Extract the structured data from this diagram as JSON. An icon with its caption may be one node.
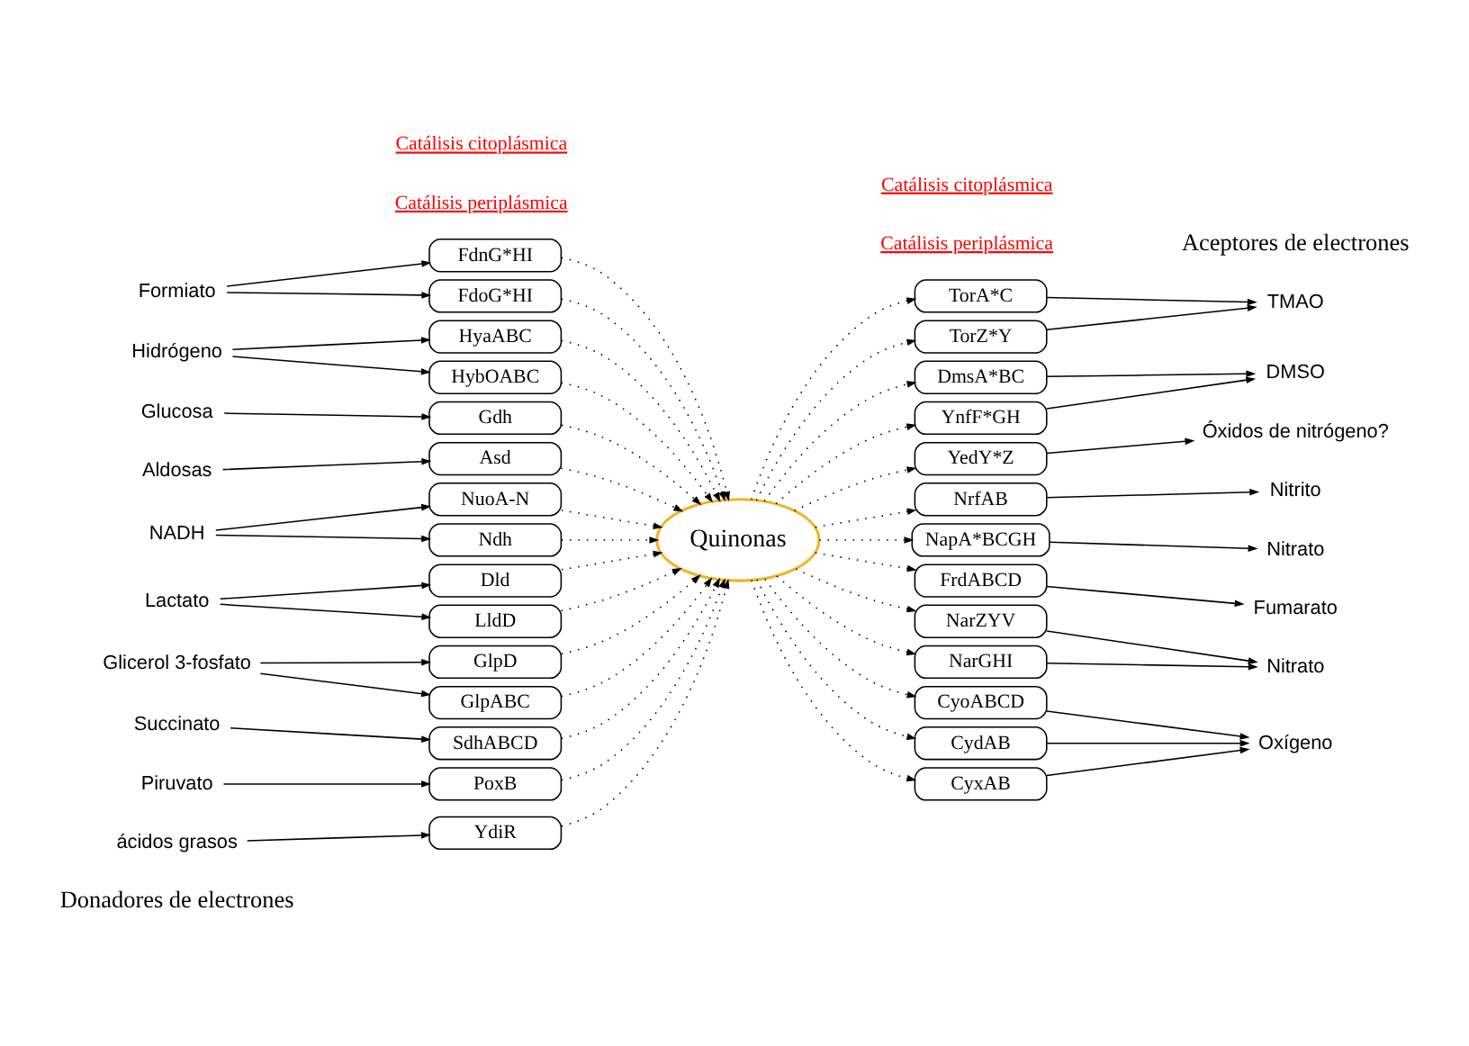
{
  "diagram": {
    "nodes": [
      {
        "text": [
          "Formiato"
        ]
      },
      {
        "text": [
          "FdnG*HI"
        ]
      },
      {
        "text": [
          "FdoG*HI"
        ]
      },
      {
        "text": [
          "Hidrógeno"
        ]
      },
      {
        "text": [
          "HyaABC"
        ]
      },
      {
        "text": [
          "HybOABC"
        ]
      },
      {
        "text": [
          "Glucosa"
        ]
      },
      {
        "text": [
          "Gdh"
        ]
      },
      {
        "text": [
          "Aldosas"
        ]
      },
      {
        "text": [
          "Asd"
        ]
      },
      {
        "text": [
          "NADH"
        ]
      },
      {
        "text": [
          "NuoA-N"
        ]
      },
      {
        "text": [
          "Ndh"
        ]
      },
      {
        "text": [
          "Lactato"
        ]
      },
      {
        "text": [
          "Dld"
        ]
      },
      {
        "text": [
          "LldD"
        ]
      },
      {
        "text": [
          "Glicerol 3-fosfato"
        ]
      },
      {
        "text": [
          "GlpD"
        ]
      },
      {
        "text": [
          "GlpABC"
        ]
      },
      {
        "text": [
          "Succinato"
        ]
      },
      {
        "text": [
          "SdhABCD"
        ]
      },
      {
        "text": [
          "Piruvato"
        ]
      },
      {
        "text": [
          "PoxB"
        ]
      },
      {
        "text": [
          "ácidos grasos"
        ]
      },
      {
        "text": [
          "YdiR"
        ]
      },
      {
        "text": [
          "Quinonas"
        ]
      },
      {
        "text": [
          "TorA*C"
        ]
      },
      {
        "text": [
          "TorZ*Y"
        ]
      },
      {
        "text": [
          "TMAO"
        ]
      },
      {
        "text": [
          "DmsA*BC"
        ]
      },
      {
        "text": [
          "YnfF*GH"
        ]
      },
      {
        "text": [
          "DMSO"
        ]
      },
      {
        "text": [
          "YedY*Z"
        ]
      },
      {
        "text": [
          "Óxidos de nitrógeno?"
        ]
      },
      {
        "text": [
          "NrfAB"
        ]
      },
      {
        "text": [
          "Nitrito"
        ]
      },
      {
        "text": [
          "NapA*BCGH"
        ]
      },
      {
        "text": [
          "Nitrato"
        ]
      },
      {
        "text": [
          "FrdABCD"
        ]
      },
      {
        "text": [
          "Fumarato"
        ]
      },
      {
        "text": [
          "NarZYV"
        ]
      },
      {
        "text": [
          "NarGHI"
        ]
      },
      {
        "text": [
          "Nitrato"
        ]
      },
      {
        "text": [
          "CyoABCD"
        ]
      },
      {
        "text": [
          "CydAB"
        ]
      },
      {
        "text": [
          "CyxAB"
        ]
      },
      {
        "text": [
          "Oxígeno"
        ]
      }
    ],
    "edges": [
      {
        "from": 0,
        "to": 1,
        "arrow": "to"
      },
      {
        "from": 0,
        "to": 2,
        "arrow": "to"
      },
      {
        "from": 3,
        "to": 4,
        "arrow": "to"
      },
      {
        "from": 3,
        "to": 5,
        "arrow": "to"
      },
      {
        "from": 6,
        "to": 7,
        "arrow": "to"
      },
      {
        "from": 8,
        "to": 9,
        "arrow": "to"
      },
      {
        "from": 10,
        "to": 11,
        "arrow": "to"
      },
      {
        "from": 10,
        "to": 12,
        "arrow": "to"
      },
      {
        "from": 13,
        "to": 14,
        "arrow": "to"
      },
      {
        "from": 13,
        "to": 15,
        "arrow": "to"
      },
      {
        "from": 16,
        "to": 17,
        "arrow": "to"
      },
      {
        "from": 16,
        "to": 18,
        "arrow": "to"
      },
      {
        "from": 19,
        "to": 20,
        "arrow": "to"
      },
      {
        "from": 21,
        "to": 22,
        "arrow": "to"
      },
      {
        "from": 23,
        "to": 24,
        "arrow": "to"
      },
      {
        "from": 1,
        "to": 25,
        "arrow": "to",
        "style": "dashed"
      },
      {
        "from": 2,
        "to": 25,
        "arrow": "to",
        "style": "dashed"
      },
      {
        "from": 4,
        "to": 25,
        "arrow": "to",
        "style": "dashed"
      },
      {
        "from": 5,
        "to": 25,
        "arrow": "to",
        "style": "dashed"
      },
      {
        "from": 7,
        "to": 25,
        "arrow": "to",
        "style": "dashed"
      },
      {
        "from": 9,
        "to": 25,
        "arrow": "to",
        "style": "dashed"
      },
      {
        "from": 11,
        "to": 25,
        "arrow": "to",
        "style": "dashed"
      },
      {
        "from": 12,
        "to": 25,
        "arrow": "to",
        "style": "dashed"
      },
      {
        "from": 14,
        "to": 25,
        "arrow": "to",
        "style": "dashed"
      },
      {
        "from": 15,
        "to": 25,
        "arrow": "to",
        "style": "dashed"
      },
      {
        "from": 17,
        "to": 25,
        "arrow": "to",
        "style": "dashed"
      },
      {
        "from": 18,
        "to": 25,
        "arrow": "to",
        "style": "dashed"
      },
      {
        "from": 20,
        "to": 25,
        "arrow": "to",
        "style": "dashed"
      },
      {
        "from": 22,
        "to": 25,
        "arrow": "to",
        "style": "dashed"
      },
      {
        "from": 24,
        "to": 25,
        "arrow": "to",
        "style": "dashed"
      },
      {
        "from": 25,
        "to": 26,
        "arrow": "to",
        "style": "dashed"
      },
      {
        "from": 25,
        "to": 27,
        "arrow": "to",
        "style": "dashed"
      },
      {
        "from": 25,
        "to": 29,
        "arrow": "to",
        "style": "dashed"
      },
      {
        "from": 25,
        "to": 30,
        "arrow": "to",
        "style": "dashed"
      },
      {
        "from": 25,
        "to": 32,
        "arrow": "to",
        "style": "dashed"
      },
      {
        "from": 25,
        "to": 34,
        "arrow": "to",
        "style": "dashed"
      },
      {
        "from": 25,
        "to": 36,
        "arrow": "to",
        "style": "dashed"
      },
      {
        "from": 25,
        "to": 38,
        "arrow": "to",
        "style": "dashed"
      },
      {
        "from": 25,
        "to": 40,
        "arrow": "to",
        "style": "dashed"
      },
      {
        "from": 25,
        "to": 41,
        "arrow": "to",
        "style": "dashed"
      },
      {
        "from": 25,
        "to": 43,
        "arrow": "to",
        "style": "dashed"
      },
      {
        "from": 25,
        "to": 44,
        "arrow": "to",
        "style": "dashed"
      },
      {
        "from": 25,
        "to": 45,
        "arrow": "to",
        "style": "dashed"
      },
      {
        "from": 26,
        "to": 28,
        "arrow": "to"
      },
      {
        "from": 27,
        "to": 28,
        "arrow": "to"
      },
      {
        "from": 29,
        "to": 31,
        "arrow": "to"
      },
      {
        "from": 30,
        "to": 31,
        "arrow": "to"
      },
      {
        "from": 32,
        "to": 33,
        "arrow": "to"
      },
      {
        "from": 34,
        "to": 35,
        "arrow": "to"
      },
      {
        "from": 36,
        "to": 37,
        "arrow": "to"
      },
      {
        "from": 38,
        "to": 39,
        "arrow": "to"
      },
      {
        "from": 40,
        "to": 42,
        "arrow": "to"
      },
      {
        "from": 41,
        "to": 42,
        "arrow": "to"
      },
      {
        "from": 43,
        "to": 46,
        "arrow": "to"
      },
      {
        "from": 44,
        "to": 46,
        "arrow": "to"
      },
      {
        "from": 45,
        "to": 46,
        "arrow": "to"
      }
    ],
    "labels": [
      "Donadores de electrones",
      "Aceptores de electrones",
      "Catálisis periplásmica",
      "Catálisis periplásmica",
      "Catálisis citoplásmica",
      "Catálisis citoplásmica"
    ]
  }
}
